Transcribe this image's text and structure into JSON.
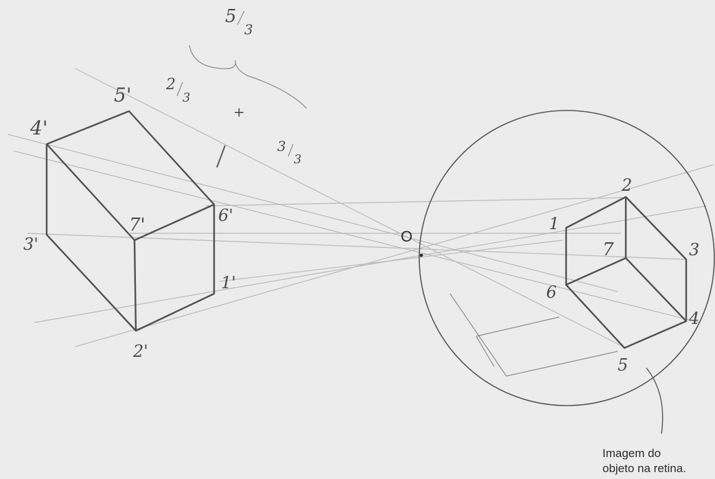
{
  "fractions": {
    "total_num": "5",
    "total_den": "3",
    "part1_num": "2",
    "part1_den": "3",
    "plus": "+",
    "part2_num": "3",
    "part2_den": "3"
  },
  "object_labels": [
    "4'",
    "5'",
    "7'",
    "6'",
    "3'",
    "1'",
    "2'"
  ],
  "center_label": "O",
  "retina_labels": [
    "1",
    "2",
    "7",
    "3",
    "6",
    "4",
    "5"
  ],
  "caption": {
    "line1": "Imagem do",
    "line2": "objeto na retina."
  }
}
